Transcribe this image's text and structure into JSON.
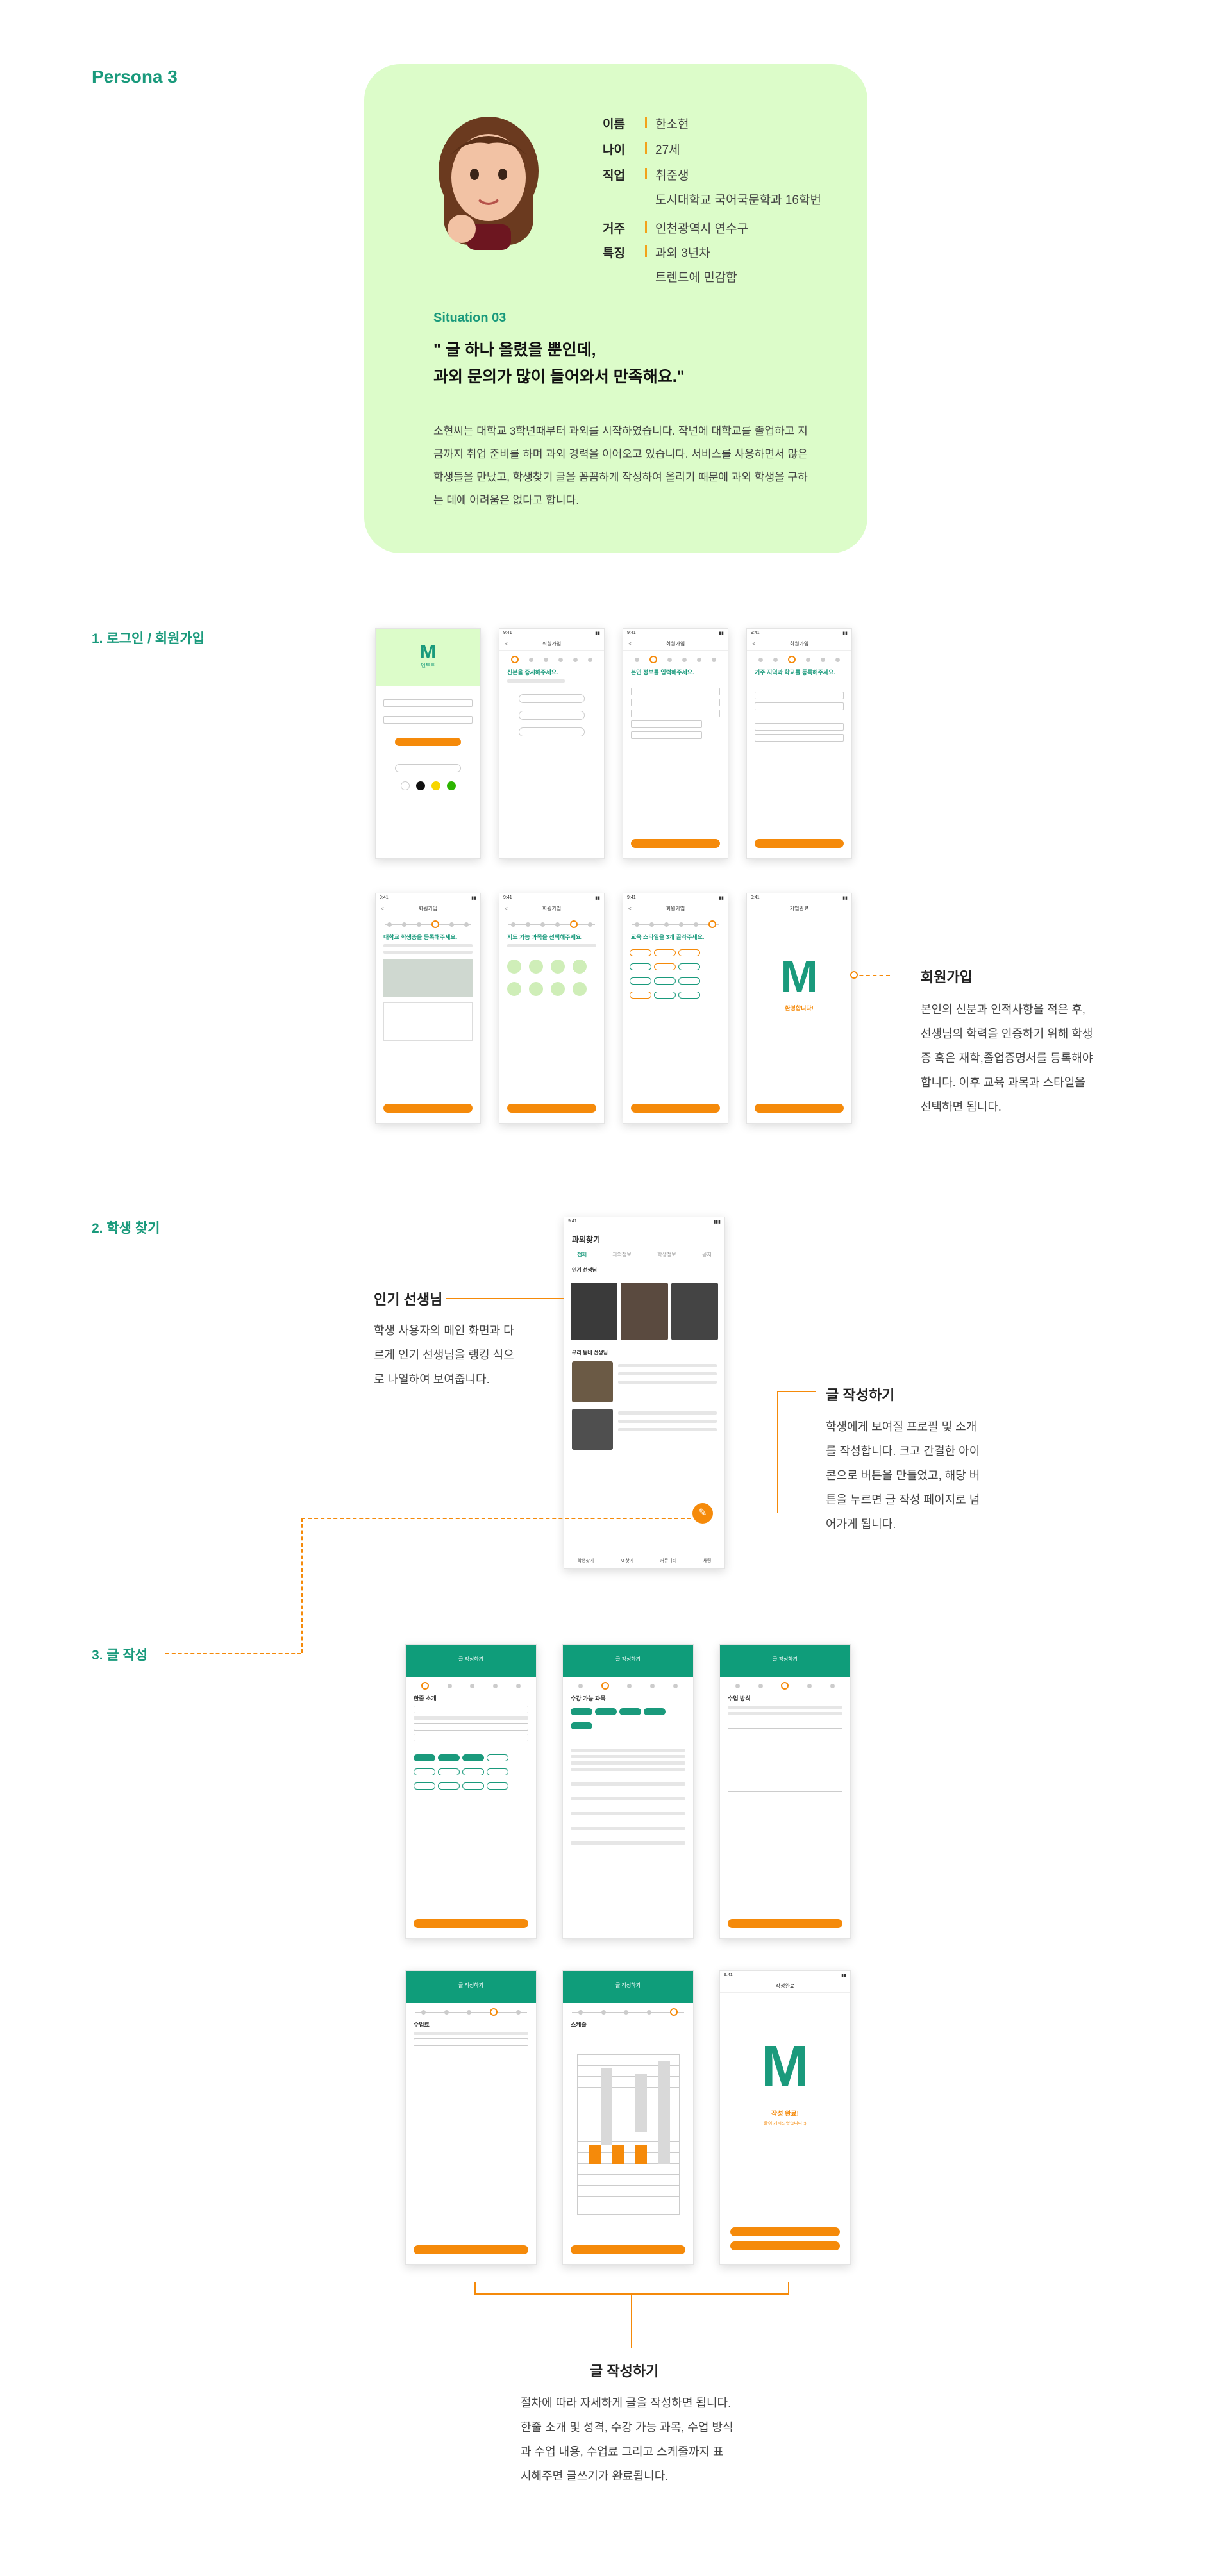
{
  "persona": {
    "section_title": "Persona 3",
    "fields": [
      {
        "key": "이름",
        "values": [
          "한소현"
        ]
      },
      {
        "key": "나이",
        "values": [
          "27세"
        ]
      },
      {
        "key": "직업",
        "values": [
          "취준생",
          "도시대학교 국어국문학과 16학번"
        ]
      },
      {
        "key": "거주",
        "values": [
          "인천광역시 연수구"
        ]
      },
      {
        "key": "특징",
        "values": [
          "과외 3년차",
          "트렌드에 민감함"
        ]
      }
    ],
    "situation_label": "Situation 03",
    "quote": "\" 글 하나 올렸을 뿐인데,\n과외 문의가 많이 들어와서 만족해요.\"",
    "description": "소현씨는 대학교 3학년때부터 과외를 시작하였습니다. 작년에 대학교를 졸업하고 지금까지 취업 준비를 하며 과외 경력을 이어오고 있습니다. 서비스를 사용하면서 많은 학생들을 만났고, 학생찾기 글을 꼼꼼하게 작성하여 올리기 때문에 과외 학생을 구하는 데에 어려움은 없다고 합니다."
  },
  "sections": {
    "login": "1. 로그인 / 회원가입",
    "find_student": "2. 학생 찾기",
    "write_post": "3. 글 작성"
  },
  "callouts": {
    "signup": {
      "title": "회원가입",
      "text": "본인의 신분과 인적사항을 적은 후,\n선생님의 학력을 인증하기 위해 학생\n증 혹은 재학,졸업증명서를 등록해야\n합니다. 이후 교육 과목과 스타일을\n선택하면 됩니다."
    },
    "popular": {
      "title": "인기 선생님",
      "text": "학생 사용자의 메인 화면과 다\n르게 인기 선생님을 랭킹 식으\n로 나열하여 보여줍니다."
    },
    "write_btn": {
      "title": "글 작성하기",
      "text": "학생에게 보여질 프로필 및 소개\n를 작성합니다. 크고 간결한 아이\n콘으로 버튼을 만들었고, 해당 버\n튼을 누르면 글 작성 페이지로 넘\n어가게 됩니다."
    },
    "write_flow": {
      "title": "글 작성하기",
      "text": "절차에 따라 자세하게 글을 작성하면 됩니다.\n한줄 소개 및 성격, 수강 가능 과목, 수업 방식\n과 수업 내용, 수업료 그리고 스케줄까지 표\n시해주면 글쓰기가 완료됩니다."
    }
  },
  "screens": {
    "login_brand": "멘토트",
    "signup_header": "회원가입",
    "signup_done_header": "가입완료",
    "signup_steps": [
      "신분을 증시해주세요.",
      "본인 정보를 입력해주세요.",
      "거주 지역과 학교를 등록해주세요.",
      "대학교 학생증을 등록해주세요.",
      "지도 가능 과목을 선택해주세요.",
      "교육 스타일을 3개 골라주세요."
    ],
    "signup_done": "환영합니다!",
    "find_header": "과외찾기",
    "find_tabs": [
      "전체",
      "과외정보",
      "학생정보",
      "공지"
    ],
    "find_popular": "인기 선생님",
    "find_nearby": "우리 동네 선생님",
    "find_nav": [
      "학생찾기",
      "M 찾기",
      "커뮤니티",
      "채팅"
    ],
    "write_header": "글 작성하기",
    "write_done_header": "작성완료",
    "write_done_title": "작성 완료!",
    "write_done_sub": "글이 게시되었습니다 :)",
    "write_step_titles": [
      "한줄 소개",
      "수강 가능 과목",
      "수업 방식",
      "수업료",
      "스케쥴"
    ],
    "status_time": "9:41"
  },
  "colors": {
    "teal": "#1a9a7c",
    "orange": "#f58a0a",
    "persona_bg": "#dcfcc9"
  }
}
